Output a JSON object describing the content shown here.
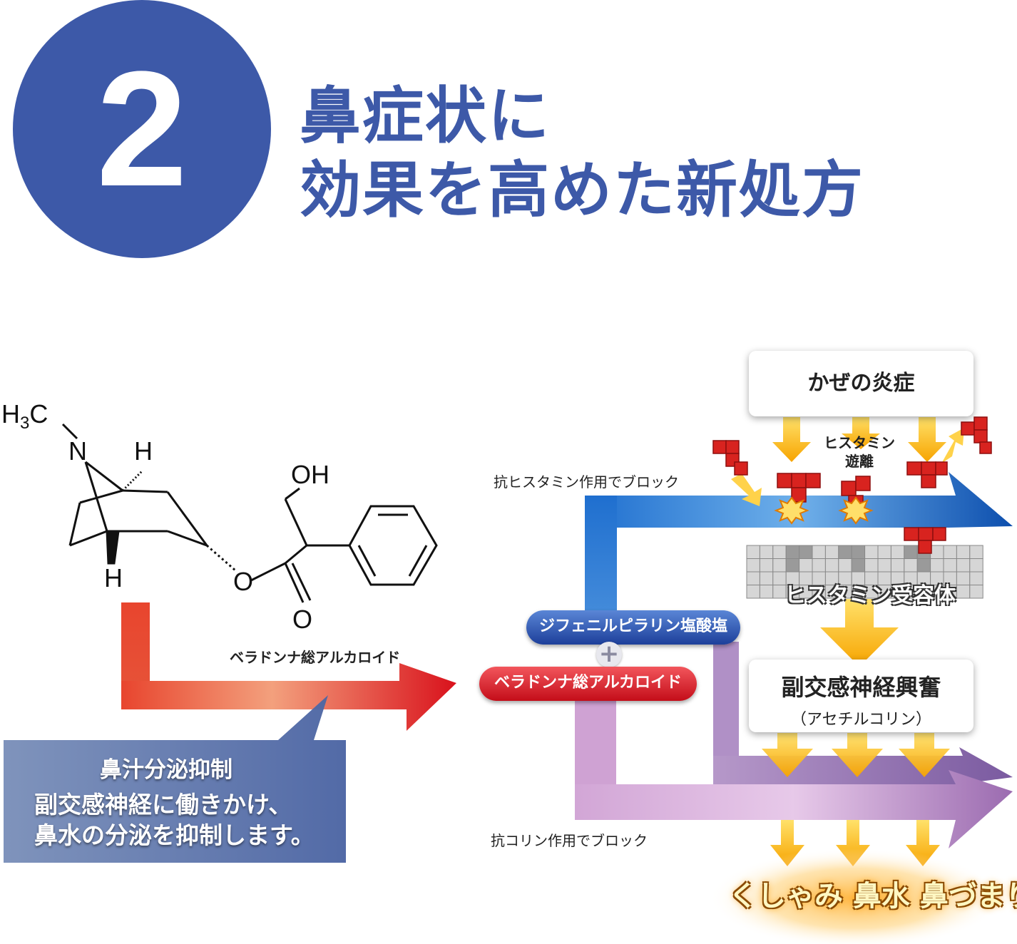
{
  "badge": {
    "number": "2"
  },
  "headline": {
    "line1": "鼻症状に",
    "line2": "効果を高めた新処方"
  },
  "molecule": {
    "label": "ベラドンナ総アルカロイド",
    "atoms": {
      "methyl_h": "H",
      "methyl_3": "3",
      "methyl_c": "C",
      "n": "N",
      "h_top": "H",
      "h_bottom": "H",
      "oh": "OH",
      "o_ester": "O",
      "o_carbonyl": "O"
    }
  },
  "callout": {
    "title": "鼻汁分泌抑制",
    "body_line1": "副交感神経に働きかけ、",
    "body_line2": "鼻水の分泌を抑制します。"
  },
  "flow": {
    "cold_inflammation": "かぜの炎症",
    "histamine_release_1": "ヒスタミン",
    "histamine_release_2": "遊離",
    "antihistamine_block": "抗ヒスタミン作用でブロック",
    "histamine_receptor": "ヒスタミン受容体",
    "drug1": "ジフェニルピラリン塩酸塩",
    "plus": "+",
    "drug2": "ベラドンナ総アルカロイド",
    "parasympathetic_1": "副交感神経興奮",
    "parasympathetic_2": "（アセチルコリン）",
    "anticholinergic_block": "抗コリン作用でブロック",
    "symptoms": "くしゃみ 鼻水 鼻づまり"
  },
  "colors": {
    "brand_blue": "#3d59a8",
    "red_arrow": "#e2232a",
    "blue_arrow": "#1b63c0",
    "purple_arrow": "#b58ac2",
    "yellow_arrow": "#ffc107",
    "histamine_red": "#d8231f"
  }
}
